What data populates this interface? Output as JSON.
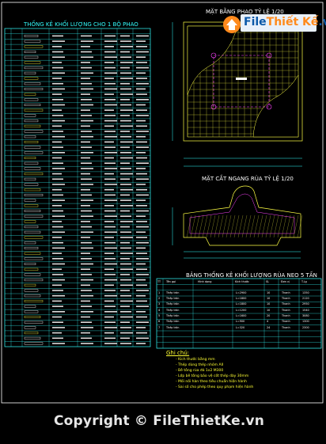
{
  "titles": {
    "left_table": "THỐNG KÊ KHỐI LƯỢNG CHO 1 BỘ PHAO",
    "plan": "MẶT BẰNG PHAO TỶ LỆ 1/20",
    "section": "MẶT CẮT NGANG RÙA TỶ LỆ 1/20",
    "right_table": "BẢNG THỐNG KÊ KHỐI LƯỢNG RÙA NEO 5 TẤN"
  },
  "notes": {
    "title": "Ghi chú:",
    "lines": [
      "- Kích thước bằng mm",
      "- Thép dùng thép nhóm AII",
      "- Bê tông rùa đá 1x2 M300",
      "- Lớp bê tông bảo vệ cốt thép dày 30mm",
      "- Mối nối hàn theo tiêu chuẩn hiện hành",
      "- Sai số cho phép theo quy phạm hiện hành"
    ]
  },
  "right_table": {
    "headers": [
      "TT",
      "Tên gọi",
      "Hình dạng",
      "Kích thước",
      "SL",
      "Đơn vị",
      "T.Lg"
    ],
    "rows": [
      [
        "1",
        "Thép tròn",
        "L=2900",
        "10",
        "Thanh",
        "1350"
      ],
      [
        "2",
        "Thép tròn",
        "L=1800",
        "10",
        "Thanh",
        "2120"
      ],
      [
        "3",
        "Thép tròn",
        "L=1800",
        "10",
        "Thanh",
        "2950"
      ],
      [
        "4",
        "Thép tròn",
        "L=1200",
        "10",
        "Thanh",
        "1540"
      ],
      [
        "5",
        "Thép tròn",
        "L=1600",
        "20",
        "Thanh",
        "3080"
      ],
      [
        "6",
        "Thép tròn",
        "L=900",
        "4",
        "Thanh",
        "1300"
      ],
      [
        "7",
        "Thép tròn",
        "L=320",
        "24",
        "Thanh",
        "2300"
      ]
    ]
  },
  "left_table_rows": 60,
  "footer": "Copyright © FileThietKe.vn",
  "logo": {
    "part1": "File",
    "part2": "Thiết Kế",
    "part3": ".vn"
  },
  "colors": {
    "background": "#000000",
    "table_lines": "#00ffff",
    "drawing": "#ffff40",
    "text": "#ffffff",
    "accent": "#ff00ff"
  }
}
